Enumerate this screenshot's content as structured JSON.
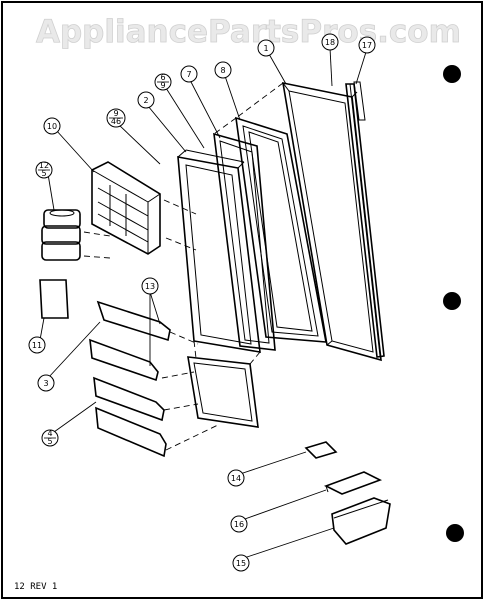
{
  "watermark": "AppliancePartsPros.com",
  "footer": "12 REV 1",
  "colors": {
    "ink": "#000000",
    "paper": "#ffffff",
    "watermark_fill": "#e9e9e9"
  },
  "callouts": {
    "c1": "1",
    "c2": "2",
    "c3": "3",
    "c4": {
      "top": "4",
      "bottom": "5"
    },
    "c6": {
      "top": "6",
      "bottom": "9"
    },
    "c7": "7",
    "c8": "8",
    "c9": {
      "top": "9",
      "bottom": "46"
    },
    "c10": "10",
    "c11": "11",
    "c12": {
      "top": "12",
      "bottom": "5"
    },
    "c13": "13",
    "c14": "14",
    "c15": "15",
    "c16": "16",
    "c17": "17",
    "c18": "18"
  }
}
